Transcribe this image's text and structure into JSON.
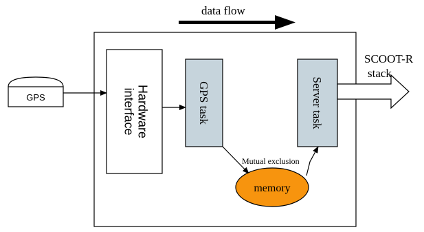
{
  "legend": {
    "data_flow_label": "data flow"
  },
  "gps_device": {
    "label": "GPS"
  },
  "hardware_interface": {
    "label_line1": "Hardware",
    "label_line2": "interface"
  },
  "gps_task": {
    "label": "GPS task"
  },
  "server_task": {
    "label": "Server task"
  },
  "memory": {
    "label": "memory"
  },
  "mutual_exclusion": {
    "label": "Mutual exclusion"
  },
  "output": {
    "label_line1": "SCOOT-R",
    "label_line2": "stack"
  },
  "colors": {
    "task_fill": "#c6d4dc",
    "memory_fill": "#f7940e",
    "stroke": "#000000"
  }
}
